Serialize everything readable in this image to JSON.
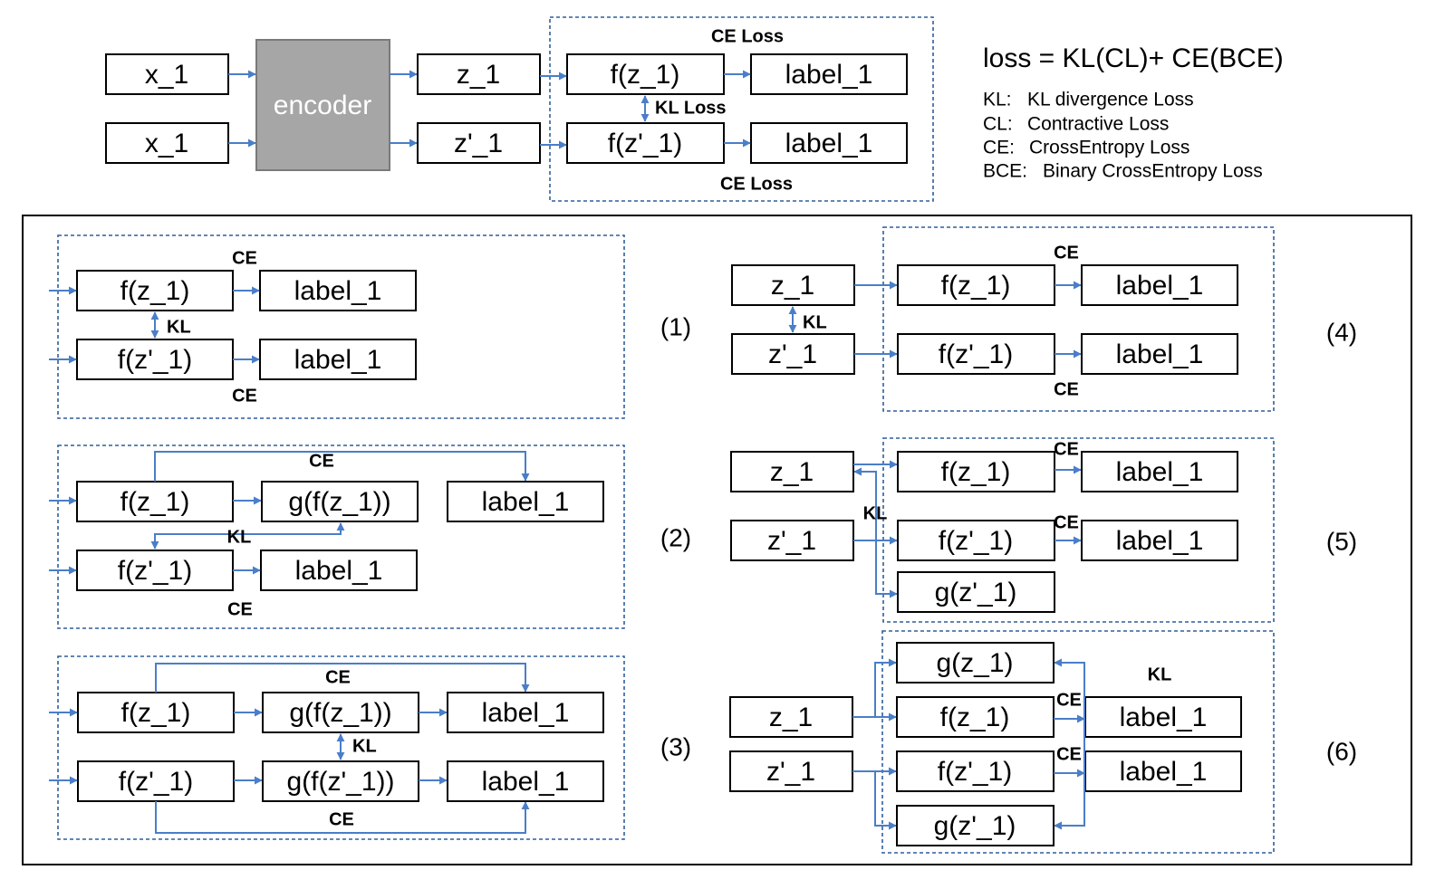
{
  "top": {
    "encoder": "encoder",
    "inputs": [
      "x_1",
      "x_1"
    ],
    "embeddings": [
      "z_1",
      "z'_1"
    ],
    "heads": [
      "f(z_1)",
      "f(z'_1)"
    ],
    "labels": [
      "label_1",
      "label_1"
    ],
    "ce_loss": "CE Loss",
    "kl_loss": "KL Loss"
  },
  "legend": {
    "formula": "loss = KL(CL)+ CE(BCE)",
    "lines": [
      {
        "abbr": "KL:",
        "desc": "KL divergence Loss"
      },
      {
        "abbr": "CL:",
        "desc": "Contractive Loss"
      },
      {
        "abbr": "CE:",
        "desc": "CrossEntropy Loss"
      },
      {
        "abbr": "BCE:",
        "desc": "Binary CrossEntropy Loss"
      }
    ]
  },
  "variants": {
    "v1": {
      "num": "(1)",
      "a": "f(z_1)",
      "b": "f(z'_1)",
      "la": "label_1",
      "lb": "label_1",
      "ce": "CE",
      "kl": "KL"
    },
    "v2": {
      "num": "(2)",
      "a": "f(z_1)",
      "g": "g(f(z_1))",
      "la": "label_1",
      "b": "f(z'_1)",
      "lb": "label_1",
      "ce": "CE",
      "kl": "KL"
    },
    "v3": {
      "num": "(3)",
      "a": "f(z_1)",
      "ga": "g(f(z_1))",
      "la": "label_1",
      "b": "f(z'_1)",
      "gb": "g(f(z'_1))",
      "lb": "label_1",
      "ce": "CE",
      "kl": "KL"
    },
    "v4": {
      "num": "(4)",
      "z": "z_1",
      "zp": "z'_1",
      "a": "f(z_1)",
      "b": "f(z'_1)",
      "la": "label_1",
      "lb": "label_1",
      "ce": "CE",
      "kl": "KL"
    },
    "v5": {
      "num": "(5)",
      "z": "z_1",
      "zp": "z'_1",
      "a": "f(z_1)",
      "b": "f(z'_1)",
      "g": "g(z'_1)",
      "la": "label_1",
      "lb": "label_1",
      "ce": "CE",
      "kl": "KL"
    },
    "v6": {
      "num": "(6)",
      "z": "z_1",
      "zp": "z'_1",
      "ga": "g(z_1)",
      "a": "f(z_1)",
      "b": "f(z'_1)",
      "gb": "g(z'_1)",
      "la": "label_1",
      "lb": "label_1",
      "ce": "CE",
      "kl": "KL"
    }
  }
}
